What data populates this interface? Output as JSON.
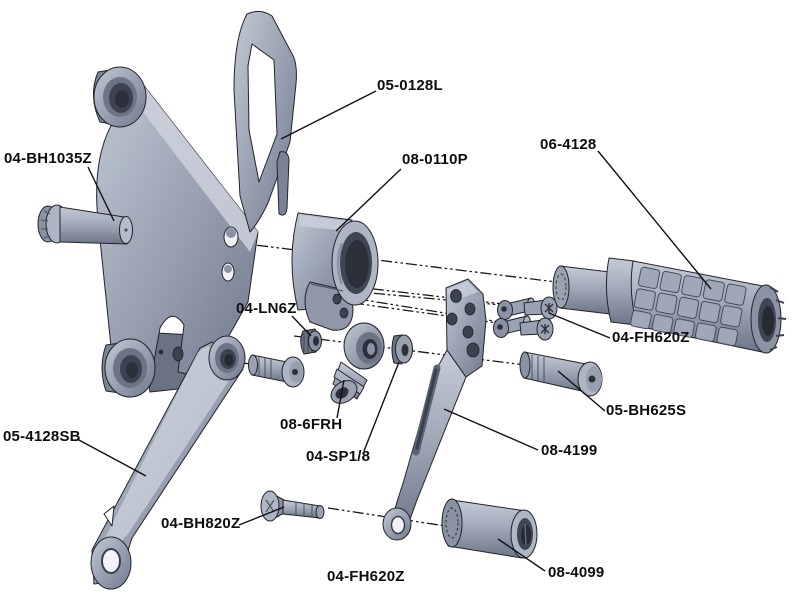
{
  "diagram": {
    "figure_type": "exploded-assembly-parts-diagram",
    "subject": "motorcycle rearset footpeg and shift lever assembly",
    "background_color": "#ffffff",
    "line_color": "#1a1a1a",
    "part_fill_light": "#c6cbd7",
    "part_fill_mid": "#9aa2b3",
    "part_fill_dark": "#6e7588",
    "bore_color": "#2b303b"
  },
  "labels": {
    "bracket": "05-0128L",
    "pivot_bolt": "04-BH1035Z",
    "peg_clamp": "08-0110P",
    "footpeg": "06-4128",
    "lock_nut": "04-LN6Z",
    "flat_head_screws": "04-FH620Z",
    "button_head_bolt": "05-BH625S",
    "rod_end": "08-6FRH",
    "spacer": "04-SP1/8",
    "lever": "08-4199",
    "shift_arm": "05-4128SB",
    "button_head_screw": "04-BH820Z",
    "flat_head_screw_lower": "04-FH620Z",
    "barrel_spacer": "08-4099"
  }
}
